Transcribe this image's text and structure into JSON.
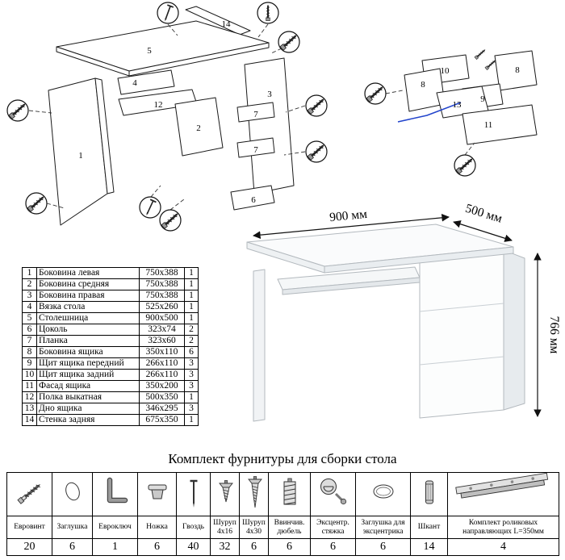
{
  "colors": {
    "diagram_blue": "#2244cc"
  },
  "diagram": {
    "part_labels": [
      "1",
      "2",
      "3",
      "4",
      "5",
      "6",
      "7",
      "8",
      "9",
      "10",
      "11",
      "12",
      "13",
      "14"
    ]
  },
  "desk": {
    "width_label": "900 мм",
    "depth_label": "500 мм",
    "height_label": "766 мм"
  },
  "parts_list": {
    "rows": [
      {
        "num": "1",
        "name": "Боковина левая",
        "size": "750x388",
        "qty": "1"
      },
      {
        "num": "2",
        "name": "Боковина средняя",
        "size": "750x388",
        "qty": "1"
      },
      {
        "num": "3",
        "name": "Боковина правая",
        "size": "750x388",
        "qty": "1"
      },
      {
        "num": "4",
        "name": "Вязка стола",
        "size": "525x260",
        "qty": "1"
      },
      {
        "num": "5",
        "name": "Столешница",
        "size": "900x500",
        "qty": "1"
      },
      {
        "num": "6",
        "name": "Цоколь",
        "size": "323x74",
        "qty": "2"
      },
      {
        "num": "7",
        "name": "Планка",
        "size": "323x60",
        "qty": "2"
      },
      {
        "num": "8",
        "name": "Боковина ящика",
        "size": "350x110",
        "qty": "6"
      },
      {
        "num": "9",
        "name": "Щит ящика передний",
        "size": "266x110",
        "qty": "3"
      },
      {
        "num": "10",
        "name": "Щит ящика задний",
        "size": "266x110",
        "qty": "3"
      },
      {
        "num": "11",
        "name": "Фасад ящика",
        "size": "350x200",
        "qty": "3"
      },
      {
        "num": "12",
        "name": "Полка выкатная",
        "size": "500x350",
        "qty": "1"
      },
      {
        "num": "13",
        "name": "Дно ящика",
        "size": "346x295",
        "qty": "3"
      },
      {
        "num": "14",
        "name": "Стенка задняя",
        "size": "675x350",
        "qty": "1"
      }
    ]
  },
  "hardware": {
    "title": "Комплект фурнитуры для сборки стола",
    "items": [
      {
        "name": "Евровинт",
        "qty": "20",
        "icon": "confirmat-screw-icon"
      },
      {
        "name": "Заглушка",
        "qty": "6",
        "icon": "cap-plug-icon"
      },
      {
        "name": "Евроключ",
        "qty": "1",
        "icon": "hex-key-icon"
      },
      {
        "name": "Ножка",
        "qty": "6",
        "icon": "furniture-foot-icon"
      },
      {
        "name": "Гвоздь",
        "qty": "40",
        "icon": "nail-icon"
      },
      {
        "name": "Шуруп 4х16",
        "qty": "32",
        "icon": "screw-4x16-icon"
      },
      {
        "name": "Шуруп 4х30",
        "qty": "6",
        "icon": "screw-4x30-icon"
      },
      {
        "name": "Ввинчив. дюбель",
        "qty": "6",
        "icon": "threaded-dowel-icon"
      },
      {
        "name": "Эксцентр. стяжка",
        "qty": "6",
        "icon": "cam-lock-icon"
      },
      {
        "name": "Заглушка для эксцентрика",
        "qty": "6",
        "icon": "cam-cover-icon"
      },
      {
        "name": "Шкант",
        "qty": "14",
        "icon": "wooden-dowel-icon"
      },
      {
        "name": "Комплект роликовых направляющих L=350мм",
        "qty": "4",
        "icon": "roller-slides-icon"
      }
    ]
  }
}
